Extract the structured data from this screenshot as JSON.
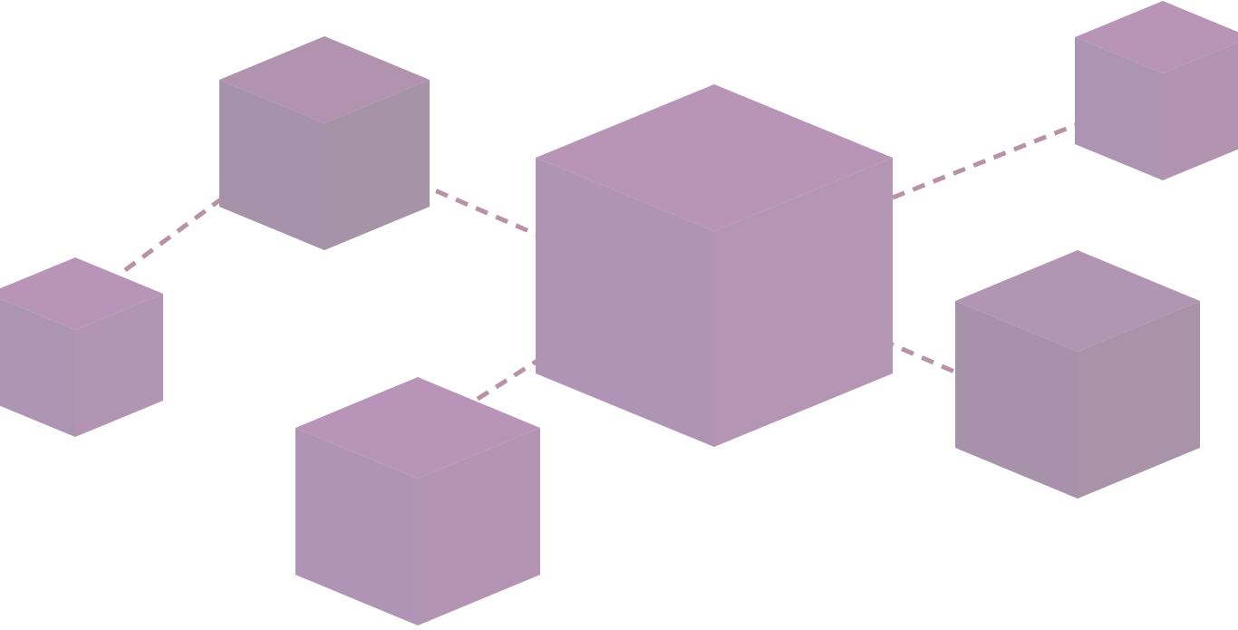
{
  "diagram": {
    "background": "#ffffff",
    "connector_color": "#b892a6",
    "cubes": [
      {
        "id": "cube-top-left",
        "top": "#b193b0",
        "left": "#a692aa",
        "right": "#a693a8"
      },
      {
        "id": "cube-left",
        "top": "#b895b8",
        "left": "#ae94b4",
        "right": "#b195b3"
      },
      {
        "id": "cube-center",
        "top": "#b894b6",
        "left": "#b094b5",
        "right": "#b495b3"
      },
      {
        "id": "cube-bottom-left",
        "top": "#b895b8",
        "left": "#b094b5",
        "right": "#b494b3"
      },
      {
        "id": "cube-top-right",
        "top": "#b894b6",
        "left": "#ae94b3",
        "right": "#b394b0"
      },
      {
        "id": "cube-right",
        "top": "#b195b2",
        "left": "#a892ab",
        "right": "#a893a9"
      }
    ],
    "connectors": [
      {
        "id": "link-left-topleft"
      },
      {
        "id": "link-topleft-center"
      },
      {
        "id": "link-center-topright"
      },
      {
        "id": "link-center-bottomleft"
      },
      {
        "id": "link-center-right"
      }
    ]
  }
}
